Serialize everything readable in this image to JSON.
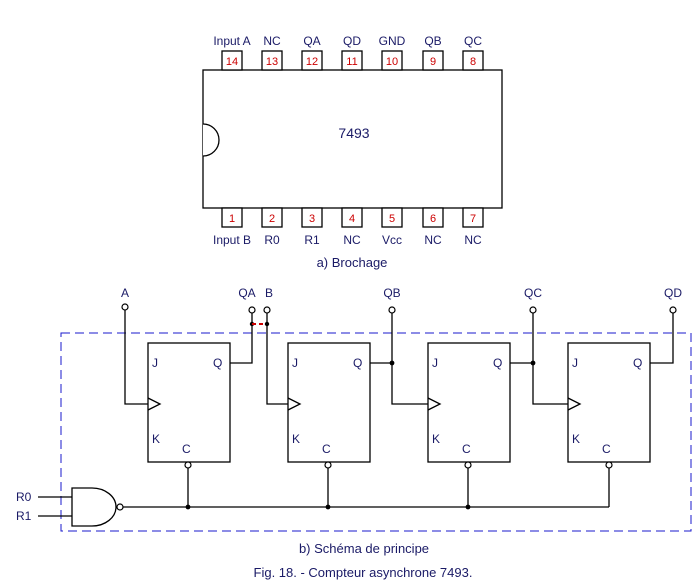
{
  "chip": {
    "name": "7493",
    "top_pins": [
      {
        "num": "14",
        "label": "Input  A"
      },
      {
        "num": "13",
        "label": "NC"
      },
      {
        "num": "12",
        "label": "QA"
      },
      {
        "num": "11",
        "label": "QD"
      },
      {
        "num": "10",
        "label": "GND"
      },
      {
        "num": "9",
        "label": "QB"
      },
      {
        "num": "8",
        "label": "QC"
      }
    ],
    "bottom_pins": [
      {
        "num": "1",
        "label": "Input  B"
      },
      {
        "num": "2",
        "label": "R0"
      },
      {
        "num": "3",
        "label": "R1"
      },
      {
        "num": "4",
        "label": "NC"
      },
      {
        "num": "5",
        "label": "Vcc"
      },
      {
        "num": "6",
        "label": "NC"
      },
      {
        "num": "7",
        "label": "NC"
      }
    ]
  },
  "captions": {
    "a": "a) Brochage",
    "b": "b)  Schéma de principe",
    "fig": "Fig. 18. - Compteur asynchrone 7493."
  },
  "schematic": {
    "inputs": {
      "a": "A",
      "b": "B",
      "r0": "R0",
      "r1": "R1"
    },
    "outputs": {
      "qa": "QA",
      "qb": "QB",
      "qc": "QC",
      "qd": "QD"
    },
    "ff_labels": {
      "j": "J",
      "k": "K",
      "q": "Q",
      "c": "C"
    },
    "flipflop_count": 4
  }
}
